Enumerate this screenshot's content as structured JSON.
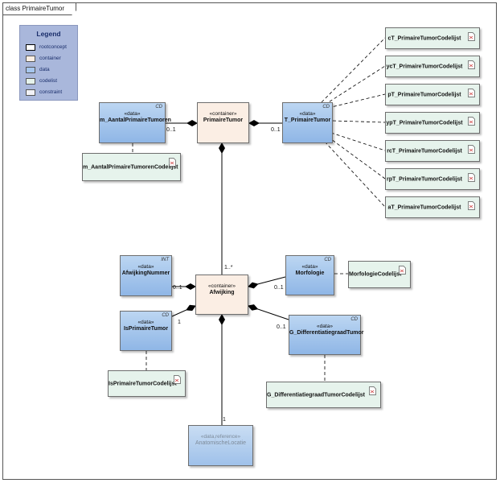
{
  "frame_title": "class PrimaireTumor",
  "legend": {
    "title": "Legend",
    "items": [
      {
        "label": "rootconcept",
        "color": "#ffffff",
        "border": "#000000"
      },
      {
        "label": "container",
        "color": "#fbeee4",
        "border": "#777777"
      },
      {
        "label": "data",
        "color": "#a6c6ee",
        "border": "#777777"
      },
      {
        "label": "codelist",
        "color": "#e6f3ec",
        "border": "#777777"
      },
      {
        "label": "constraint",
        "color": "#f2f2f7",
        "border": "#777777"
      }
    ]
  },
  "classes": {
    "primaire_tumor": {
      "stereotype": "«container»",
      "name": "PrimaireTumor"
    },
    "aantal": {
      "stereotype": "«data»",
      "name": "m_AantalPrimaireTumoren",
      "type": "CD"
    },
    "t_primaire": {
      "stereotype": "«data»",
      "name": "T_PrimaireTumor",
      "type": "CD"
    },
    "afwijking": {
      "stereotype": "«container»",
      "name": "Afwijking"
    },
    "afwijkingnummer": {
      "stereotype": "«data»",
      "name": "AfwijkingNummer",
      "type": "INT"
    },
    "morfologie": {
      "stereotype": "«data»",
      "name": "Morfologie",
      "type": "CD"
    },
    "isprimaire": {
      "stereotype": "«data»",
      "name": "IsPrimaireTumor",
      "type": "CD"
    },
    "g_diff": {
      "stereotype": "«data»",
      "name": "G_DifferentiatiegraadTumor",
      "type": "CD"
    },
    "anatomische": {
      "stereotype": "«data,reference»",
      "name": "AnatomischeLocatie"
    }
  },
  "codelists": {
    "ct": "cT_PrimaireTumorCodelijst",
    "yct": "ycT_PrimaireTumorCodelijst",
    "pt": "pT_PrimaireTumorCodelijst",
    "ypt": "ypT_PrimaireTumorCodelijst",
    "rct": "rcT_PrimaireTumorCodelijst",
    "rpt": "rpT_PrimaireTumorCodelijst",
    "at": "aT_PrimaireTumorCodelijst",
    "aantal": "m_AantalPrimaireTumorenCodelijst",
    "morfologie": "MorfologieCodelijst",
    "isprimaire": "IsPrimaireTumorCodelijst",
    "g_diff": "G_DifferentiatiegraadTumorCodelijst"
  },
  "multiplicities": {
    "aantal": "0..1",
    "t_primaire": "0..1",
    "afwijking": "1..*",
    "afwijkingnummer": "0..1",
    "morfologie": "0..1",
    "isprimaire": "1",
    "g_diff": "0..1",
    "anatomische": "1"
  }
}
